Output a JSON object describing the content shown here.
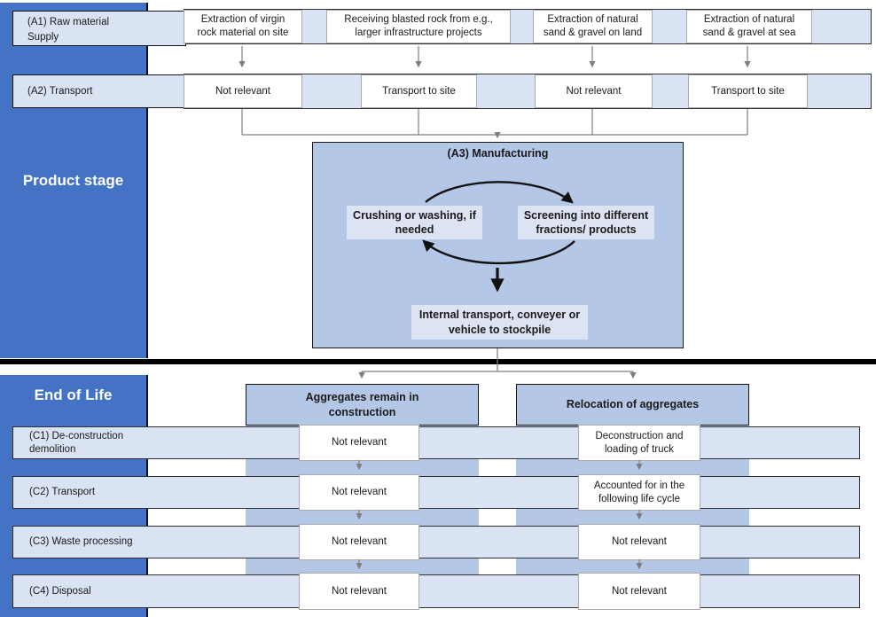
{
  "colors": {
    "sidebar_blue": "#4472c4",
    "light_blue": "#dae3f3",
    "medium_blue": "#b4c7e7",
    "cell_white": "#ffffff",
    "connector_gray": "#7f7f7f",
    "divider_black": "#000000"
  },
  "sidebar": {
    "product_stage_label": "Product stage",
    "end_of_life_label": "End of Life"
  },
  "product_stage": {
    "a1": {
      "label": "(A1) Raw material\nSupply",
      "cells": [
        "Extraction of virgin\nrock material on site",
        "Receiving blasted rock from e.g.,\nlarger infrastructure projects",
        "Extraction of natural\nsand & gravel on land",
        "Extraction of natural\nsand & gravel at sea"
      ]
    },
    "a2": {
      "label": "(A2) Transport",
      "cells": [
        "Not relevant",
        "Transport to site",
        "Not relevant",
        "Transport to site"
      ]
    },
    "a3": {
      "title": "(A3) Manufacturing",
      "cycle_steps": [
        "Crushing or washing, if\nneeded",
        "Screening into different\nfractions/ products"
      ],
      "output_step": "Internal transport, conveyer or\nvehicle to stockpile"
    }
  },
  "end_of_life": {
    "branch_headers": [
      "Aggregates remain in\nconstruction",
      "Relocation of aggregates"
    ],
    "rows": [
      {
        "label": "(C1) De-construction\ndemolition",
        "cells": [
          "Not relevant",
          "Deconstruction and\nloading of truck"
        ]
      },
      {
        "label": "(C2) Transport",
        "cells": [
          "Not relevant",
          "Accounted for in the\nfollowing life cycle"
        ]
      },
      {
        "label": "(C3) Waste processing",
        "cells": [
          "Not relevant",
          "Not relevant"
        ]
      },
      {
        "label": "(C4) Disposal",
        "cells": [
          "Not relevant",
          "Not relevant"
        ]
      }
    ]
  }
}
